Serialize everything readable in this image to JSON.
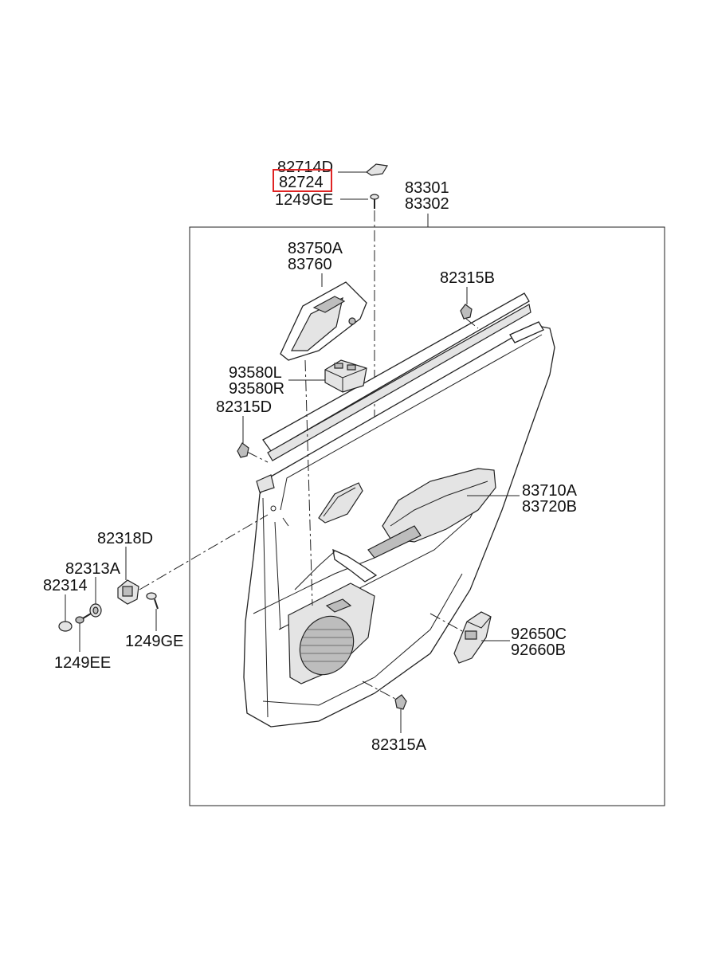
{
  "labels": {
    "p82714D": "82714D",
    "p82724": "82724",
    "p1249GE_top": "1249GE",
    "p83301": "83301",
    "p83302": "83302",
    "p83750A": "83750A",
    "p83760": "83760",
    "p82315B": "82315B",
    "p93580L": "93580L",
    "p93580R": "93580R",
    "p82315D": "82315D",
    "p83710A": "83710A",
    "p83720B": "83720B",
    "p82318D": "82318D",
    "p82313A": "82313A",
    "p82314": "82314",
    "p1249GE_left": "1249GE",
    "p1249EE": "1249EE",
    "p92650C": "92650C",
    "p92660B": "92660B",
    "p82315A": "82315A"
  },
  "highlight": {
    "part": "82724",
    "color": "#e02424"
  }
}
